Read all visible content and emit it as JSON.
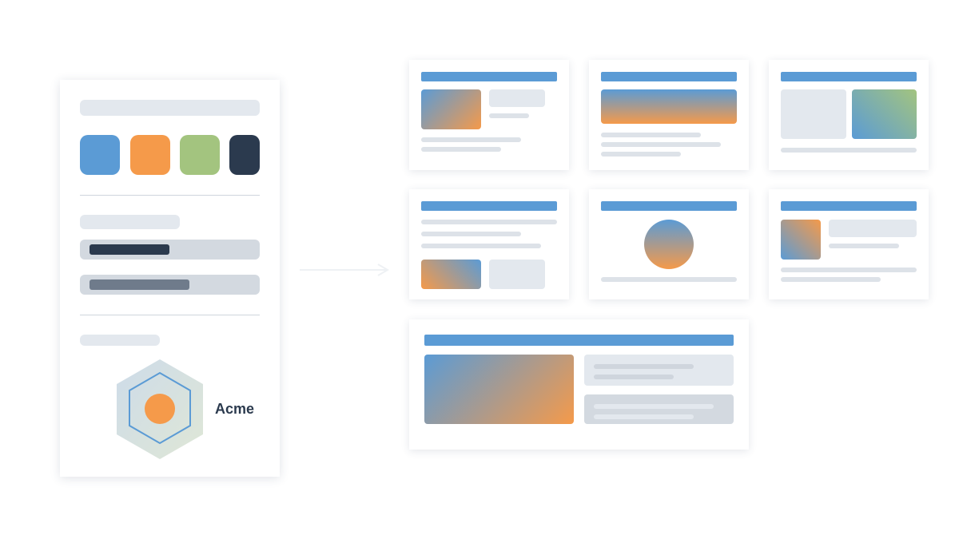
{
  "brand": {
    "name": "Acme",
    "colors": {
      "blue": "#5b9bd5",
      "orange": "#f59a4a",
      "green": "#a3c47f",
      "navy": "#2b3a4e"
    }
  },
  "panel": {
    "swatches": [
      "blue",
      "orange",
      "green",
      "navy"
    ],
    "logo_icon": "hexagon-logo-icon"
  },
  "templates": {
    "count": 7
  }
}
